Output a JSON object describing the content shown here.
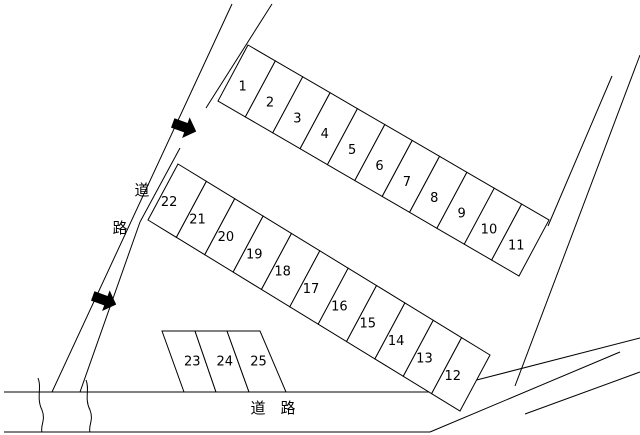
{
  "map": {
    "road_label_left_top": "道",
    "road_label_left_bottom": "路",
    "road_label_bottom": "道　路",
    "parking_spaces": {
      "top_row": [
        "1",
        "2",
        "3",
        "4",
        "5",
        "6",
        "7",
        "8",
        "9",
        "10",
        "11"
      ],
      "middle_row": [
        "22",
        "21",
        "20",
        "19",
        "18",
        "17",
        "16",
        "15",
        "14",
        "13",
        "12"
      ],
      "bottom_group": [
        "23",
        "24",
        "25"
      ]
    },
    "entrances": [
      "arrow-right",
      "arrow-right"
    ]
  }
}
